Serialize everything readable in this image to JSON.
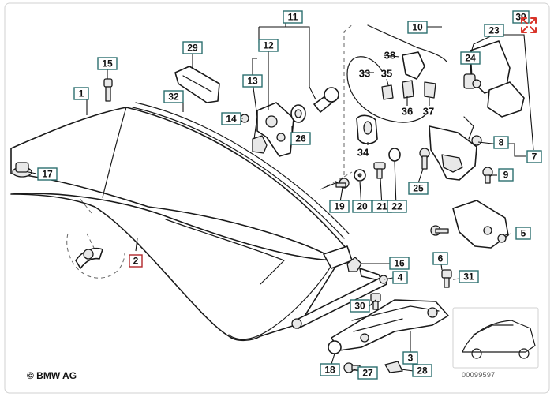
{
  "diagram": {
    "copyright": "© BMW AG",
    "image_number": "00099597",
    "accent_color": "#2c6f6f",
    "highlight_color": "#b0262a",
    "expand_icon_color": "#d8342a",
    "callouts": [
      {
        "label": "1"
      },
      {
        "label": "2"
      },
      {
        "label": "3"
      },
      {
        "label": "4"
      },
      {
        "label": "5"
      },
      {
        "label": "6"
      },
      {
        "label": "7"
      },
      {
        "label": "8"
      },
      {
        "label": "9"
      },
      {
        "label": "10"
      },
      {
        "label": "11"
      },
      {
        "label": "12"
      },
      {
        "label": "13"
      },
      {
        "label": "14"
      },
      {
        "label": "15"
      },
      {
        "label": "16"
      },
      {
        "label": "17"
      },
      {
        "label": "18"
      },
      {
        "label": "19"
      },
      {
        "label": "20"
      },
      {
        "label": "21"
      },
      {
        "label": "22"
      },
      {
        "label": "23"
      },
      {
        "label": "24"
      },
      {
        "label": "25"
      },
      {
        "label": "26"
      },
      {
        "label": "27"
      },
      {
        "label": "28"
      },
      {
        "label": "29"
      },
      {
        "label": "30"
      },
      {
        "label": "31"
      },
      {
        "label": "32"
      },
      {
        "label": "33"
      },
      {
        "label": "34"
      },
      {
        "label": "35"
      },
      {
        "label": "36"
      },
      {
        "label": "37"
      },
      {
        "label": "38"
      },
      {
        "label": "39"
      }
    ]
  }
}
